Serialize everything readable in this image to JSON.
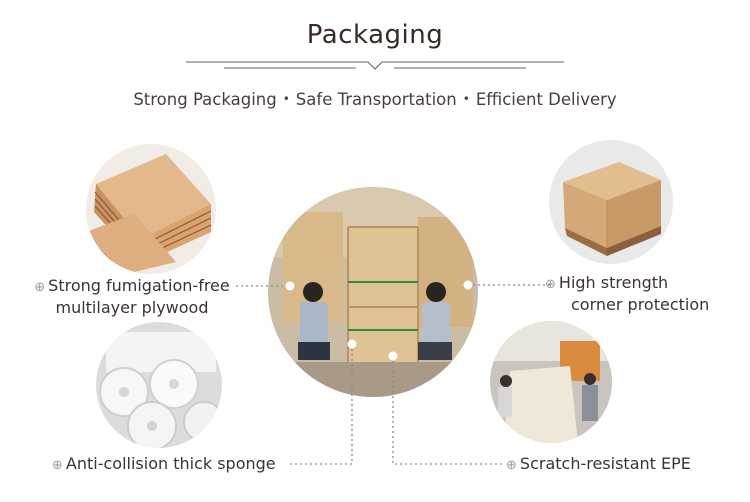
{
  "header": {
    "title": "Packaging",
    "subtitle_parts": [
      "Strong Packaging",
      "Safe Transportation",
      "Efficient Delivery"
    ],
    "separator": "•"
  },
  "features": {
    "plywood": {
      "line1": "Strong fumigation-free",
      "line2": "multilayer plywood"
    },
    "corner": {
      "line1": "High strength",
      "line2": "corner protection"
    },
    "sponge": {
      "text": "Anti-collision thick sponge"
    },
    "epe": {
      "text": "Scratch-resistant EPE"
    }
  },
  "marker_glyph": "⊕",
  "colors": {
    "text": "#3a2e2a",
    "wood": "#d9b98c",
    "line": "#8a8a8a"
  }
}
